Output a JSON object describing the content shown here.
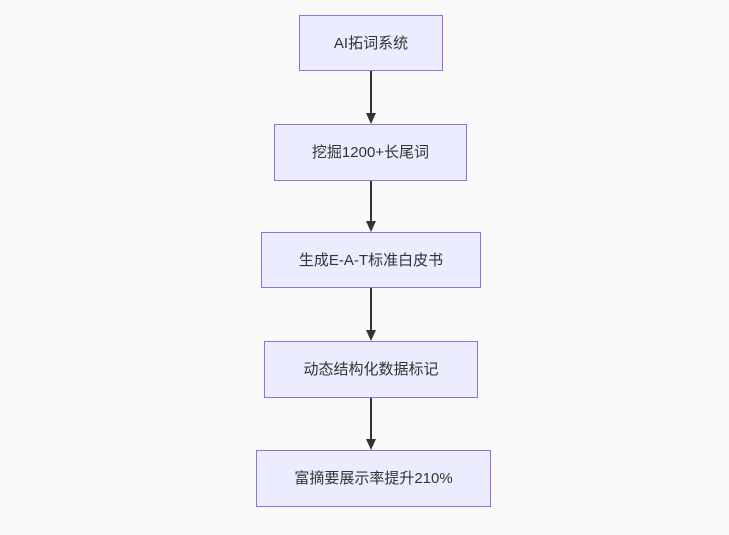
{
  "diagram": {
    "type": "flowchart-top-down",
    "colors": {
      "background": "#fafafa",
      "node_fill": "#ECECFF",
      "node_border": "#9370DB",
      "node_text": "#333333",
      "arrow": "#333333"
    },
    "nodes": [
      {
        "id": "n1",
        "label": "AI拓词系统"
      },
      {
        "id": "n2",
        "label": "挖掘1200+长尾词"
      },
      {
        "id": "n3",
        "label": "生成E-A-T标准白皮书"
      },
      {
        "id": "n4",
        "label": "动态结构化数据标记"
      },
      {
        "id": "n5",
        "label": "富摘要展示率提升210%"
      }
    ],
    "edges": [
      {
        "from": "n1",
        "to": "n2"
      },
      {
        "from": "n2",
        "to": "n3"
      },
      {
        "from": "n3",
        "to": "n4"
      },
      {
        "from": "n4",
        "to": "n5"
      }
    ]
  }
}
